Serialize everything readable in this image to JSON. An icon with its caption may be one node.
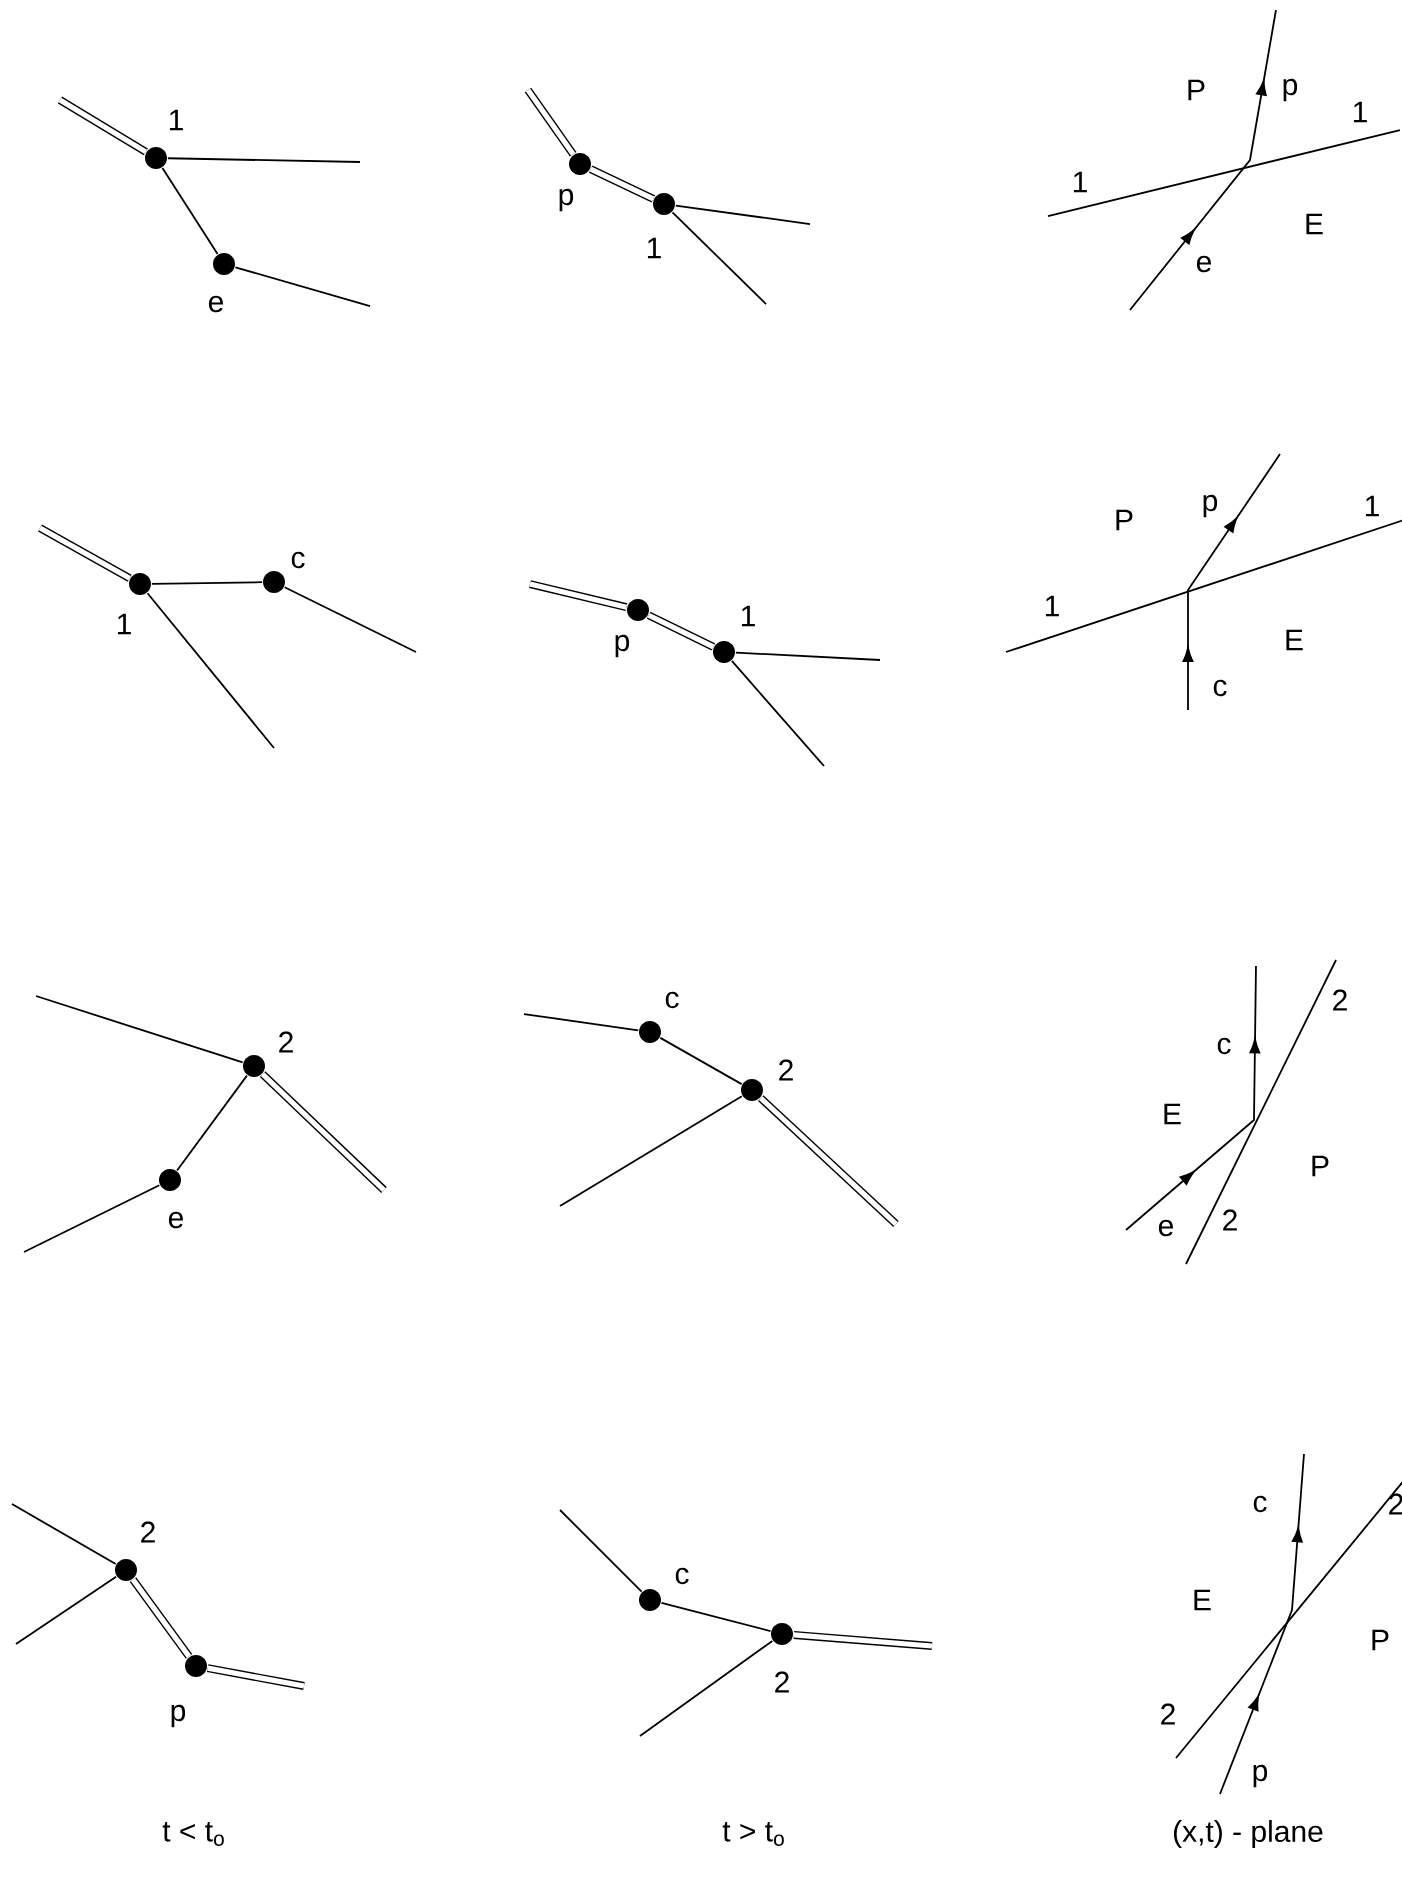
{
  "diagram": {
    "nodes": [
      {
        "text": [],
        "shape": "circle",
        "beside": [
          "1"
        ]
      },
      {
        "text": [],
        "shape": "circle",
        "beside": [
          "e"
        ]
      },
      {
        "text": [],
        "shape": "circle",
        "beside": [
          "p"
        ]
      },
      {
        "text": [],
        "shape": "circle",
        "beside": [
          "1"
        ]
      },
      {
        "text": [],
        "shape": "circle",
        "beside": [
          "1"
        ]
      },
      {
        "text": [],
        "shape": "circle",
        "beside": [
          "c"
        ]
      },
      {
        "text": [],
        "shape": "circle",
        "beside": [
          "p"
        ]
      },
      {
        "text": [],
        "shape": "circle",
        "beside": [
          "1"
        ]
      },
      {
        "text": [],
        "shape": "circle",
        "beside": [
          "2"
        ]
      },
      {
        "text": [],
        "shape": "circle",
        "beside": [
          "e"
        ]
      },
      {
        "text": [],
        "shape": "circle",
        "beside": [
          "c"
        ]
      },
      {
        "text": [],
        "shape": "circle",
        "beside": [
          "2"
        ]
      },
      {
        "text": [],
        "shape": "circle",
        "beside": [
          "2"
        ]
      },
      {
        "text": [],
        "shape": "circle",
        "beside": [
          "p"
        ]
      },
      {
        "text": [],
        "shape": "circle",
        "beside": [
          "c"
        ]
      },
      {
        "text": [],
        "shape": "circle",
        "beside": [
          "2"
        ]
      }
    ],
    "edges": [
      {
        "from": null,
        "to": 0,
        "arrow": "none",
        "style": "thick"
      },
      {
        "from": 0,
        "to": null,
        "arrow": "none"
      },
      {
        "from": 0,
        "to": 1,
        "arrow": "none"
      },
      {
        "from": 1,
        "to": null,
        "arrow": "none"
      },
      {
        "from": null,
        "to": 2,
        "arrow": "none",
        "style": "thick"
      },
      {
        "from": 2,
        "to": 3,
        "arrow": "none",
        "style": "thick"
      },
      {
        "from": 3,
        "to": null,
        "arrow": "none"
      },
      {
        "from": 3,
        "to": null,
        "arrow": "none"
      },
      {
        "from": null,
        "to": 4,
        "arrow": "none",
        "style": "thick"
      },
      {
        "from": 4,
        "to": 5,
        "arrow": "none"
      },
      {
        "from": 5,
        "to": null,
        "arrow": "none"
      },
      {
        "from": 4,
        "to": null,
        "arrow": "none"
      },
      {
        "from": null,
        "to": 6,
        "arrow": "none",
        "style": "thick"
      },
      {
        "from": 6,
        "to": 7,
        "arrow": "none",
        "style": "thick"
      },
      {
        "from": 7,
        "to": null,
        "arrow": "none"
      },
      {
        "from": 7,
        "to": null,
        "arrow": "none"
      },
      {
        "from": null,
        "to": 8,
        "arrow": "none"
      },
      {
        "from": 8,
        "to": 9,
        "arrow": "none"
      },
      {
        "from": 9,
        "to": null,
        "arrow": "none"
      },
      {
        "from": 8,
        "to": null,
        "arrow": "none",
        "style": "thick"
      },
      {
        "from": null,
        "to": 10,
        "arrow": "none"
      },
      {
        "from": 10,
        "to": 11,
        "arrow": "none"
      },
      {
        "from": 11,
        "to": null,
        "arrow": "none"
      },
      {
        "from": 11,
        "to": null,
        "arrow": "none",
        "style": "thick"
      },
      {
        "from": null,
        "to": 12,
        "arrow": "none"
      },
      {
        "from": null,
        "to": 12,
        "arrow": "none"
      },
      {
        "from": 12,
        "to": 13,
        "arrow": "none",
        "style": "thick"
      },
      {
        "from": 13,
        "to": null,
        "arrow": "none",
        "style": "thick"
      },
      {
        "from": null,
        "to": 14,
        "arrow": "none"
      },
      {
        "from": 14,
        "to": 15,
        "arrow": "none"
      },
      {
        "from": 15,
        "to": null,
        "arrow": "none"
      },
      {
        "from": 15,
        "to": null,
        "arrow": "none",
        "style": "thick"
      }
    ],
    "labels": [
      "P",
      "p",
      "1",
      "1",
      "E",
      "e",
      "p",
      "1",
      "P",
      "1",
      "E",
      "c",
      "c",
      "2",
      "E",
      "P",
      "e",
      "2",
      "c",
      "2",
      "E",
      "P",
      "2",
      "p",
      "t < t$_{o}$",
      "t > t$_{o}$",
      "(x,t) - plane"
    ]
  }
}
